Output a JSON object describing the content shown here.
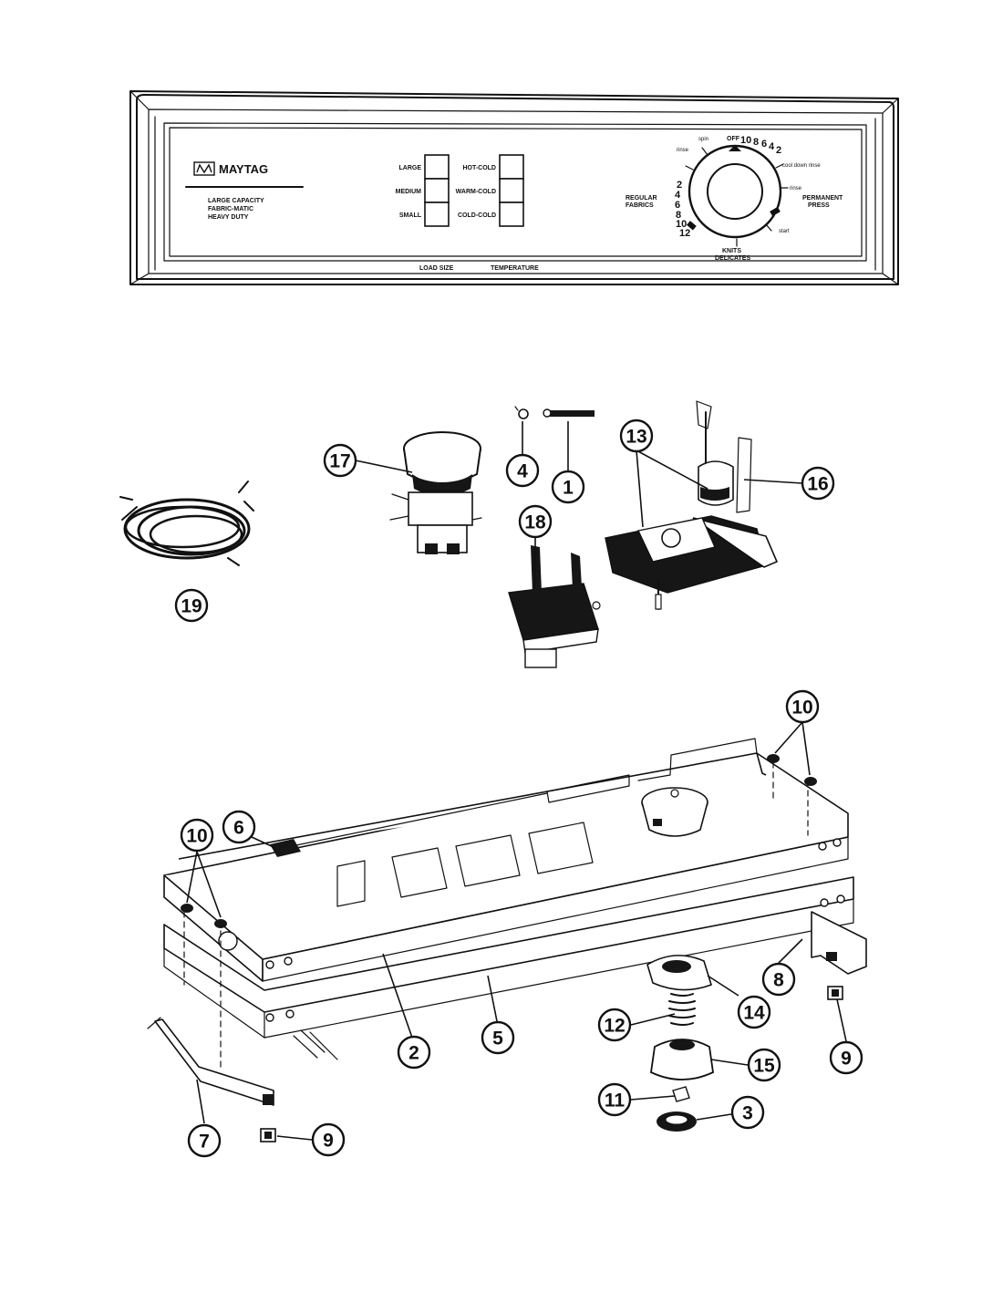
{
  "panel": {
    "brand": "MAYTAG",
    "model_lines": [
      "LARGE CAPACITY",
      "FABRIC-MATIC",
      "HEAVY DUTY"
    ],
    "load_size": {
      "buttons": [
        "LARGE",
        "MEDIUM",
        "SMALL"
      ],
      "caption": "LOAD SIZE"
    },
    "temperature": {
      "buttons": [
        "HOT-COLD",
        "WARM-COLD",
        "COLD-COLD"
      ],
      "caption": "TEMPERATURE"
    },
    "dial": {
      "left_numbers": [
        "2",
        "4",
        "6",
        "8",
        "10",
        "12"
      ],
      "top_numbers": [
        "OFF",
        "10",
        "8",
        "6",
        "4",
        "2"
      ],
      "labels": {
        "regular_fabrics": [
          "REGULAR",
          "FABRICS"
        ],
        "permanent_press": [
          "PERMANENT",
          "PRESS"
        ],
        "knits_delicates": [
          "KNITS",
          "DELICATES"
        ],
        "rinse": "rinse",
        "spin": "spin",
        "cool_down_rinse": "cool down rinse",
        "start": "start"
      }
    }
  },
  "callouts": [
    {
      "id": "c1",
      "num": "1"
    },
    {
      "id": "c2",
      "num": "2"
    },
    {
      "id": "c3",
      "num": "3"
    },
    {
      "id": "c4",
      "num": "4"
    },
    {
      "id": "c5",
      "num": "5"
    },
    {
      "id": "c6",
      "num": "6"
    },
    {
      "id": "c7",
      "num": "7"
    },
    {
      "id": "c8",
      "num": "8"
    },
    {
      "id": "c9a",
      "num": "9"
    },
    {
      "id": "c9b",
      "num": "9"
    },
    {
      "id": "c10a",
      "num": "10"
    },
    {
      "id": "c10b",
      "num": "10"
    },
    {
      "id": "c11",
      "num": "11"
    },
    {
      "id": "c12",
      "num": "12"
    },
    {
      "id": "c13",
      "num": "13"
    },
    {
      "id": "c14",
      "num": "14"
    },
    {
      "id": "c15",
      "num": "15"
    },
    {
      "id": "c16",
      "num": "16"
    },
    {
      "id": "c17",
      "num": "17"
    },
    {
      "id": "c18",
      "num": "18"
    },
    {
      "id": "c19",
      "num": "19"
    }
  ]
}
